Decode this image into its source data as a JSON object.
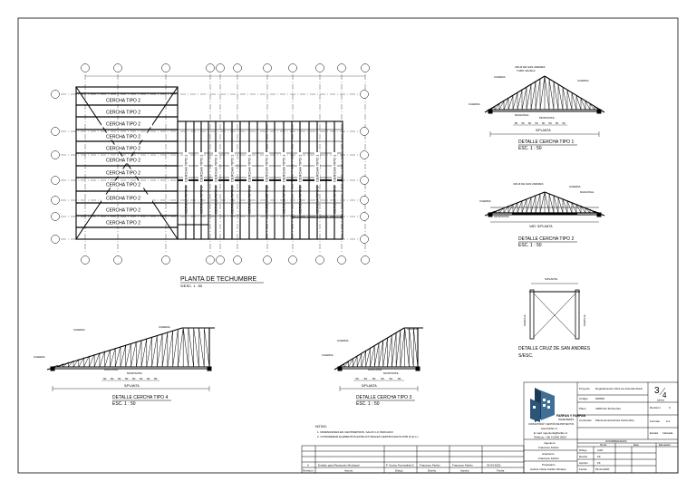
{
  "plan": {
    "title": "PLANTA DE TECHUMBRE",
    "scale": "S/ESC.  1 : 50",
    "truss_rows": [
      "CERCHA TIPO 2",
      "CERCHA TIPO 2",
      "CERCHA TIPO 2",
      "CERCHA TIPO 2",
      "CERCHA TIPO 2",
      "CERCHA TIPO 2",
      "CERCHA TIPO 2",
      "CERCHA TIPO 2",
      "CERCHA TIPO 2",
      "CERCHA TIPO 2",
      "CERCHA TIPO 2"
    ],
    "truss_cols": [
      "CERCHA TIPO 1",
      "CERCHA TIPO 1",
      "CERCHA TIPO 1",
      "CERCHA TIPO 1",
      "CERCHA TIPO 1",
      "CERCHA TIPO 1",
      "CERCHA TIPO 1",
      "CERCHA TIPO 1",
      "CERCHA TIPO 1",
      "CERCHA TIPO 1",
      "CERCHA TIPO 1",
      "CERCHA TIPO 1"
    ]
  },
  "detail1": {
    "title": "DETALLE CERCHA TIPO 1",
    "scale": "ESC.  1 : 50",
    "span_label": "S/PLANTA",
    "label_cruz": "CRUZ DE SAN ANDRES",
    "label_cuerda": "CUERDA",
    "label_tubo": "TUBO 40x40x2",
    "label_diagonal": "DIAGONAL",
    "label_montante": "MONTANTE",
    "spacing": [
      "50",
      "50",
      "50",
      "50",
      "50",
      "50",
      "50",
      "50"
    ]
  },
  "detail2": {
    "title": "DETALLE CERCHA TIPO 2",
    "scale": "ESC.  1 : 50",
    "span_label": "VAR. S/PLANTA",
    "label_cruz": "CRUZ DE SAN ANDRES",
    "label_cuerda": "CUERDA",
    "label_diagonal": "DIAGONAL",
    "label_montante": "MONTANTE"
  },
  "detail3": {
    "title": "DETALLE CERCHA TIPO 3",
    "scale": "ESC.  1 : 50",
    "span_label": "S/PLANTA",
    "label_cuerda": "CUERDA",
    "label_diagonal": "DIAGONAL",
    "label_montante": "MONTANTE"
  },
  "detail4": {
    "title": "DETALLE CERCHA TIPO 4",
    "scale": "ESC.  1 : 50",
    "span_label": "S/PLANTA",
    "label_cuerda": "CUERDA",
    "label_diagonal": "DIAGONAL",
    "label_montante": "MONTANTE"
  },
  "cross": {
    "title": "DETALLE CRUZ DE SAN ANDRES",
    "scale": "S/ESC.",
    "top_label": "S/PLANTA",
    "left_label": "CERCHA",
    "right_label": "CERCHA"
  },
  "notes": {
    "heading": "NOTAS:",
    "lines": [
      "1. DIMENSIONES EN CENTIMETROS, SALVO LO INDICADO",
      "2. CONSIDERAR ELEMENTOS ESTRUCTURALES CERTIFICADOS POR (S.E.C.)"
    ]
  },
  "revisions": {
    "row": [
      "0",
      "Emitido para Recepción Municipal",
      "F. Godoy Fuenzalida G.",
      "Francisco Farfán",
      "Francisco Farfán",
      "03-04-2020"
    ],
    "headers": [
      "Revisión",
      "Asunto",
      "Dibujo",
      "Diseño",
      "Aprobó",
      "Fecha"
    ]
  },
  "titleblock": {
    "company": "FARFAN Y FARFAN",
    "company_sub": "INGENIERÍA",
    "company_desc": "CONSULTORÍA Y GESTIÓN DE PROYECTOS",
    "address": "www.farfan.cl",
    "email": "E-mail: ingenieria@farfan.cl",
    "phone": "Teléfono: +56 9 0000 0000",
    "sheet_num": "3",
    "sheet_total": "4",
    "sheet_label": "Lámina",
    "fields": [
      [
        "Proyecto",
        "Regularización Obra de Vivienda Rural"
      ],
      [
        "Código",
        "000000"
      ],
      [
        "Plano",
        "CERCHA Techumbre"
      ],
      [
        "Contenido",
        "Planta de Estructura Techumbre"
      ]
    ],
    "side_fields": [
      [
        "Revisión",
        "0"
      ],
      [
        "Formato",
        "A-1"
      ],
      [
        "Escala",
        "Indicada"
      ]
    ],
    "sign_rows": [
      [
        "Ingeniero",
        "Francisco Farfán"
      ],
      [
        "Arquitecto",
        "Francisco Farfán"
      ],
      [
        "Propietario",
        "Andrés Oscar Farfán Olivares"
      ]
    ],
    "coord_header": "COORDENADAS",
    "coord_cols": [
      "Norte",
      "Este",
      "Elevación"
    ],
    "coord_rows": [
      [
        "Dibujo",
        "CAD"
      ],
      [
        "Revisó",
        "FF"
      ],
      [
        "Aprobó",
        "FF"
      ],
      [
        "Fecha",
        "03-04-2020"
      ]
    ]
  }
}
